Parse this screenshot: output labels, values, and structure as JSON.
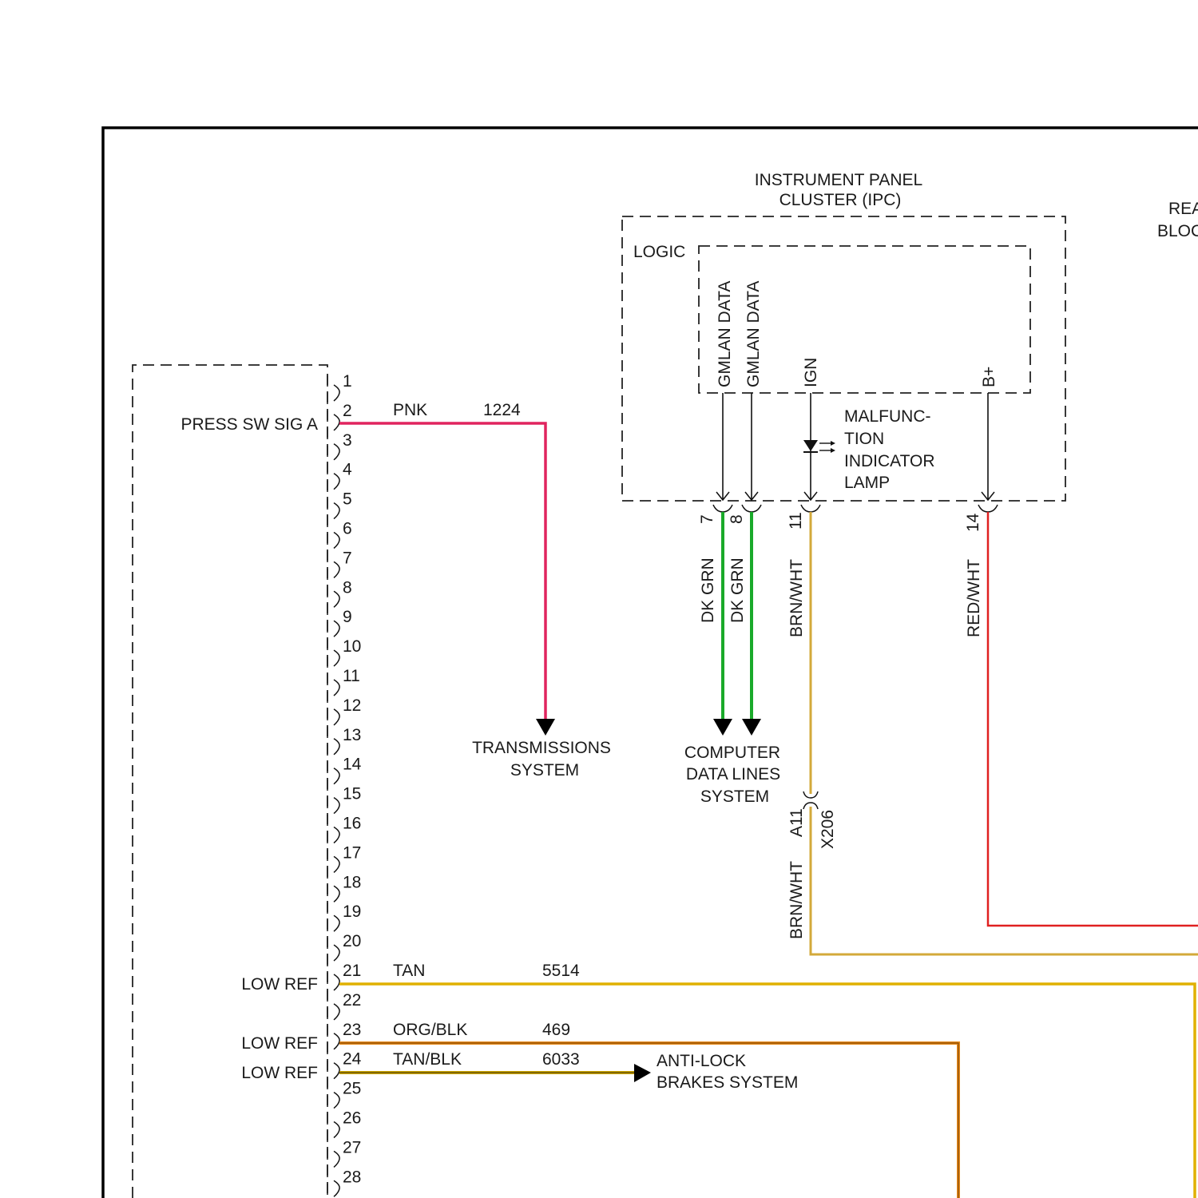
{
  "ipc": {
    "title_line1": "INSTRUMENT PANEL",
    "title_line2": "CLUSTER (IPC)",
    "logic_label": "LOGIC",
    "internal_labels": [
      "GMLAN DATA",
      "GMLAN DATA",
      "IGN",
      "B+"
    ],
    "lamp_label": [
      "MALFUNC-",
      "TION",
      "INDICATOR",
      "LAMP"
    ],
    "pins": [
      "7",
      "8",
      "11",
      "14"
    ]
  },
  "offscreen_block_partial": [
    "REA",
    "BLOC"
  ],
  "connector": {
    "pins": [
      "1",
      "2",
      "3",
      "4",
      "5",
      "6",
      "7",
      "8",
      "9",
      "10",
      "11",
      "12",
      "13",
      "14",
      "15",
      "16",
      "17",
      "18",
      "19",
      "20",
      "21",
      "22",
      "23",
      "24",
      "25",
      "26",
      "27",
      "28"
    ],
    "signal_labels": {
      "pin2": "PRESS SW SIG A",
      "pin21": "LOW REF",
      "pin23": "LOW REF",
      "pin24": "LOW REF"
    }
  },
  "wires": {
    "pin2": {
      "color_code": "PNK",
      "circuit": "1224",
      "color": "#e0245e"
    },
    "pin21": {
      "color_code": "TAN",
      "circuit": "5514",
      "color": "#e0b000"
    },
    "pin23": {
      "color_code": "ORG/BLK",
      "circuit": "469",
      "color": "#e88a1a"
    },
    "pin24": {
      "color_code": "TAN/BLK",
      "circuit": "6033",
      "color": "#c9a300"
    },
    "ipc7": {
      "color_code": "DK GRN",
      "color": "#1aaa2a"
    },
    "ipc8": {
      "color_code": "DK GRN",
      "color": "#1aaa2a"
    },
    "ipc11": {
      "color_code": "BRN/WHT",
      "color": "#d3a93a"
    },
    "ipc11_lower": {
      "color_code": "BRN/WHT"
    },
    "ipc14": {
      "color_code": "RED/WHT",
      "color": "#e02020"
    }
  },
  "inline_connector": {
    "name": "X206",
    "pin": "A11"
  },
  "destinations": {
    "transmission": [
      "TRANSMISSIONS",
      "SYSTEM"
    ],
    "data_lines": [
      "COMPUTER",
      "DATA LINES",
      "SYSTEM"
    ],
    "abs": [
      "ANTI-LOCK",
      "BRAKES SYSTEM"
    ]
  }
}
